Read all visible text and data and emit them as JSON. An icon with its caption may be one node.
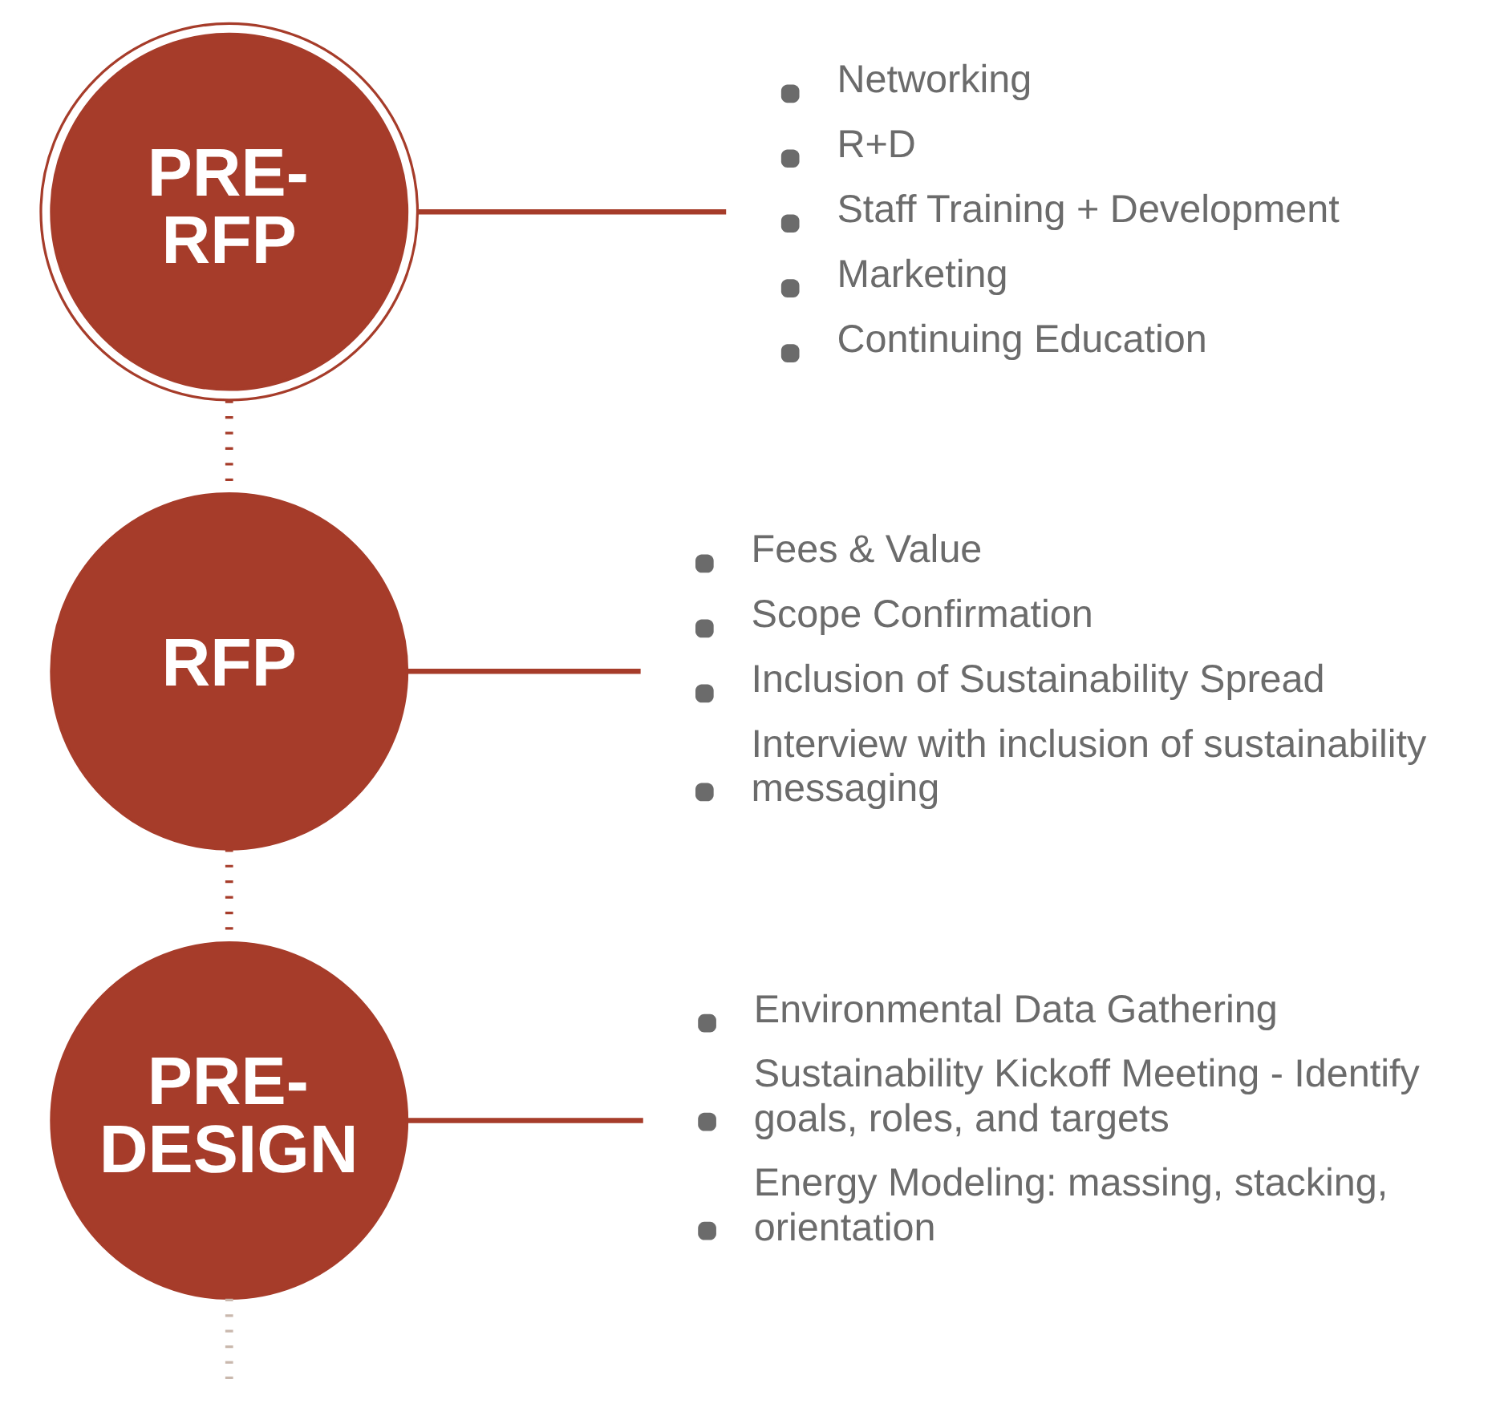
{
  "diagram": {
    "nodes": [
      {
        "text": [
          "PRE-RFP"
        ]
      },
      {
        "text": [
          "RFP"
        ]
      },
      {
        "text": [
          "PRE-DESIGN"
        ]
      },
      {
        "text": [
          "Networking",
          "R+D",
          "Staff Training + Development",
          "Marketing",
          "Continuing Education"
        ]
      },
      {
        "text": [
          "Fees & Value",
          "Scope Confirmation",
          "Inclusion of Sustainability Spread",
          "Interview with inclusion of sustainability messaging"
        ]
      },
      {
        "text": [
          "Environmental Data Gathering",
          "Sustainability Kickoff Meeting - Identify goals, roles, and targets",
          "Energy Modeling: massing, stacking, orientation"
        ]
      }
    ],
    "edges": [
      {
        "from": 0,
        "to": 1,
        "arrow": "none",
        "style": "dashed"
      },
      {
        "from": 1,
        "to": 2,
        "arrow": "none",
        "style": "dashed"
      },
      {
        "from": 2,
        "to": null,
        "arrow": "none",
        "style": "dashed",
        "color": "#c9b8ad"
      },
      {
        "from": 0,
        "to": 3,
        "arrow": "none"
      },
      {
        "from": 1,
        "to": 4,
        "arrow": "none"
      },
      {
        "from": 2,
        "to": 5,
        "arrow": "none"
      }
    ]
  }
}
